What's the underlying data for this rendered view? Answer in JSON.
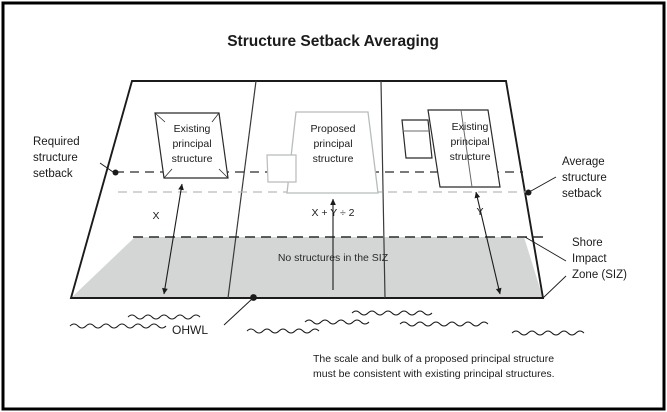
{
  "figure": {
    "title": "Structure Setback Averaging",
    "caption_line1": "The scale and bulk of a proposed principal structure",
    "caption_line2": "must be consistent with existing principal structures."
  },
  "colors": {
    "frame_border": "#000000",
    "page_background": "#ffffff",
    "lot_outline": "#1b1b1b",
    "lot_divider": "#3a3a3a",
    "siz_fill": "#d4d6d6",
    "required_setback_dash": "#2b2b2b",
    "average_setback_dash": "#b8bcbc",
    "proposed_structure_stroke": "#b8bcbc",
    "existing_structure_stroke": "#2b2b2b",
    "wave_stroke": "#1b1b1b",
    "text": "#1b1b1b"
  },
  "annotations": {
    "required_setback": {
      "line1": "Required",
      "line2": "structure",
      "line3": "setback"
    },
    "average_setback": {
      "line1": "Average",
      "line2": "structure",
      "line3": "setback"
    },
    "shore_impact_zone": {
      "line1": "Shore",
      "line2": "Impact",
      "line3": "Zone (SIZ)"
    },
    "ohwl": "OHWL",
    "siz_note": "No structures in the SIZ"
  },
  "structures": [
    {
      "id": "existing-left",
      "line1": "Existing",
      "line2": "principal",
      "line3": "structure",
      "dimension_label": "X"
    },
    {
      "id": "proposed-middle",
      "line1": "Proposed",
      "line2": "principal",
      "line3": "structure",
      "dimension_label": "X + Y ÷ 2"
    },
    {
      "id": "existing-right",
      "line1": "Existing",
      "line2": "principal",
      "line3": "structure",
      "dimension_label": "Y"
    }
  ]
}
